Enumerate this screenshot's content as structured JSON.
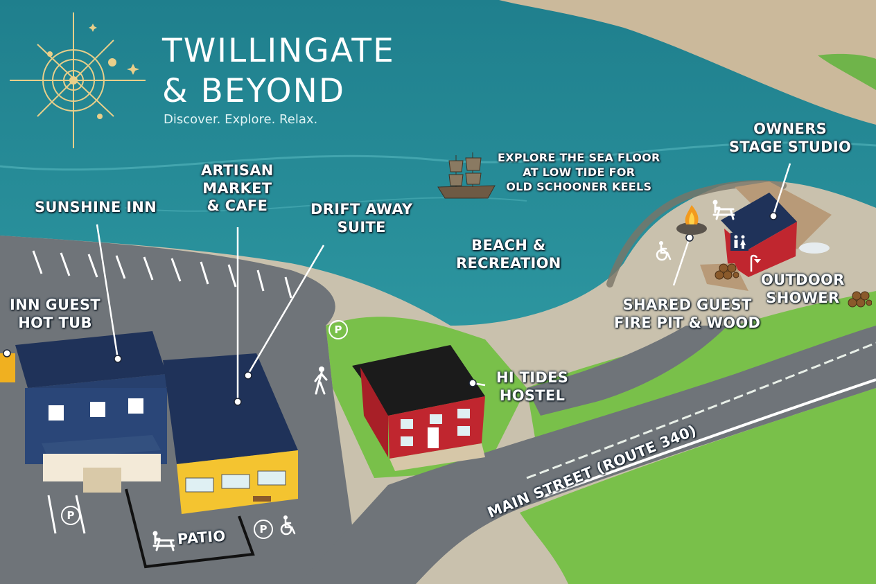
{
  "brand": {
    "line1": "TWILLINGATE",
    "line2": "& BEYOND",
    "tagline": "Discover. Explore. Relax."
  },
  "labels": {
    "sunshine_inn": "SUNSHINE INN",
    "artisan_market": [
      "ARTISAN",
      "MARKET",
      "& CAFE"
    ],
    "drift_away": [
      "DRIFT AWAY",
      "SUITE"
    ],
    "sea_floor": [
      "EXPLORE THE SEA FLOOR",
      "AT LOW TIDE FOR",
      "OLD SCHOONER KEELS"
    ],
    "owners_stage": [
      "OWNERS",
      "STAGE STUDIO"
    ],
    "beach": [
      "BEACH &",
      "RECREATION"
    ],
    "outdoor_shower": [
      "OUTDOOR",
      "SHOWER"
    ],
    "fire_pit": [
      "SHARED GUEST",
      "FIRE PIT & WOOD"
    ],
    "hot_tub": [
      "INN GUEST",
      "HOT TUB"
    ],
    "hi_tides": [
      "HI TIDES",
      "HOSTEL"
    ],
    "patio": "PATIO",
    "main_street": "MAIN STREET (ROUTE 340)",
    "parking_letter": "P"
  },
  "icons": [
    "compass-logo-icon",
    "parking-icon",
    "pedestrian-icon",
    "accessible-icon",
    "picnic-table-icon",
    "restroom-icon",
    "campfire-icon",
    "firewood-icon",
    "shower-icon",
    "schooner-ship-icon"
  ],
  "colors": {
    "water": "#2a8f9b",
    "sand": "#cfc3a8",
    "grass": "#7cc24a",
    "road": "#6e7378",
    "navy_building": "#223760",
    "yellow_building": "#f4c430",
    "red_building": "#c0262f",
    "logo_gold": "#e9cf8a"
  }
}
